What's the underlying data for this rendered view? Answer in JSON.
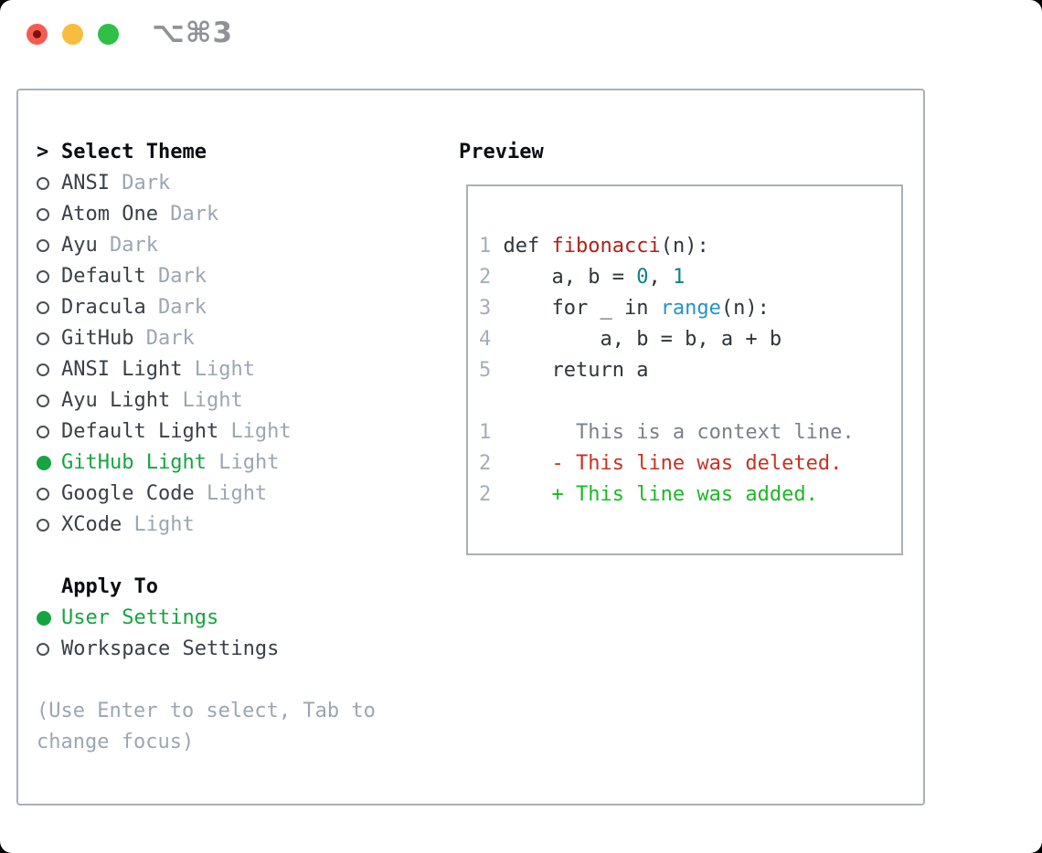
{
  "window": {
    "shortcut_label": "⌥⌘3",
    "traffic_lights": [
      "close-icon",
      "minimize-icon",
      "zoom-icon"
    ]
  },
  "theme_picker": {
    "prompt": ">",
    "title": "Select Theme",
    "items": [
      {
        "name": "ANSI",
        "variant": "Dark",
        "selected": false
      },
      {
        "name": "Atom One",
        "variant": "Dark",
        "selected": false
      },
      {
        "name": "Ayu",
        "variant": "Dark",
        "selected": false
      },
      {
        "name": "Default",
        "variant": "Dark",
        "selected": false
      },
      {
        "name": "Dracula",
        "variant": "Dark",
        "selected": false
      },
      {
        "name": "GitHub",
        "variant": "Dark",
        "selected": false
      },
      {
        "name": "ANSI Light",
        "variant": "Light",
        "selected": false
      },
      {
        "name": "Ayu Light",
        "variant": "Light",
        "selected": false
      },
      {
        "name": "Default Light",
        "variant": "Light",
        "selected": false
      },
      {
        "name": "GitHub Light",
        "variant": "Light",
        "selected": true
      },
      {
        "name": "Google Code",
        "variant": "Light",
        "selected": false
      },
      {
        "name": "XCode",
        "variant": "Light",
        "selected": false
      }
    ],
    "apply_to": {
      "title": "Apply To",
      "options": [
        {
          "name": "User Settings",
          "selected": true
        },
        {
          "name": "Workspace Settings",
          "selected": false
        }
      ]
    },
    "hint_lines": [
      "(Use Enter to select, Tab to",
      "change focus)"
    ]
  },
  "preview": {
    "title": "Preview",
    "code_lines": [
      {
        "num": "1",
        "segments": [
          {
            "t": "def ",
            "c": "code"
          },
          {
            "t": "fibonacci",
            "c": "func"
          },
          {
            "t": "(n):",
            "c": "code"
          }
        ]
      },
      {
        "num": "2",
        "segments": [
          {
            "t": "    a, b = ",
            "c": "code"
          },
          {
            "t": "0",
            "c": "num"
          },
          {
            "t": ", ",
            "c": "code"
          },
          {
            "t": "1",
            "c": "num"
          }
        ]
      },
      {
        "num": "3",
        "segments": [
          {
            "t": "    for _ in ",
            "c": "code"
          },
          {
            "t": "range",
            "c": "kw"
          },
          {
            "t": "(n):",
            "c": "code"
          }
        ]
      },
      {
        "num": "4",
        "segments": [
          {
            "t": "        a, b = b, a + b",
            "c": "code"
          }
        ]
      },
      {
        "num": "5",
        "segments": [
          {
            "t": "    return a",
            "c": "code"
          }
        ]
      },
      {
        "num": "",
        "segments": []
      },
      {
        "num": "1",
        "segments": [
          {
            "t": "      This is a context line.",
            "c": "context"
          }
        ]
      },
      {
        "num": "2",
        "segments": [
          {
            "t": "    - This line was deleted.",
            "c": "deleted"
          }
        ]
      },
      {
        "num": "2",
        "segments": [
          {
            "t": "    + This line was added.",
            "c": "added"
          }
        ]
      }
    ]
  },
  "colors": {
    "selected_green": "#16a541",
    "added_green": "#1cb826",
    "deleted_red": "#c43222",
    "function_red": "#b02018",
    "keyword_blue": "#2492cc",
    "number_teal": "#0f7f89",
    "muted_gray": "#9ba6b2",
    "border_gray": "#a9b0ba",
    "traffic_red": "#f45c51",
    "traffic_yellow": "#f8bd3f",
    "traffic_green": "#2fc045"
  }
}
